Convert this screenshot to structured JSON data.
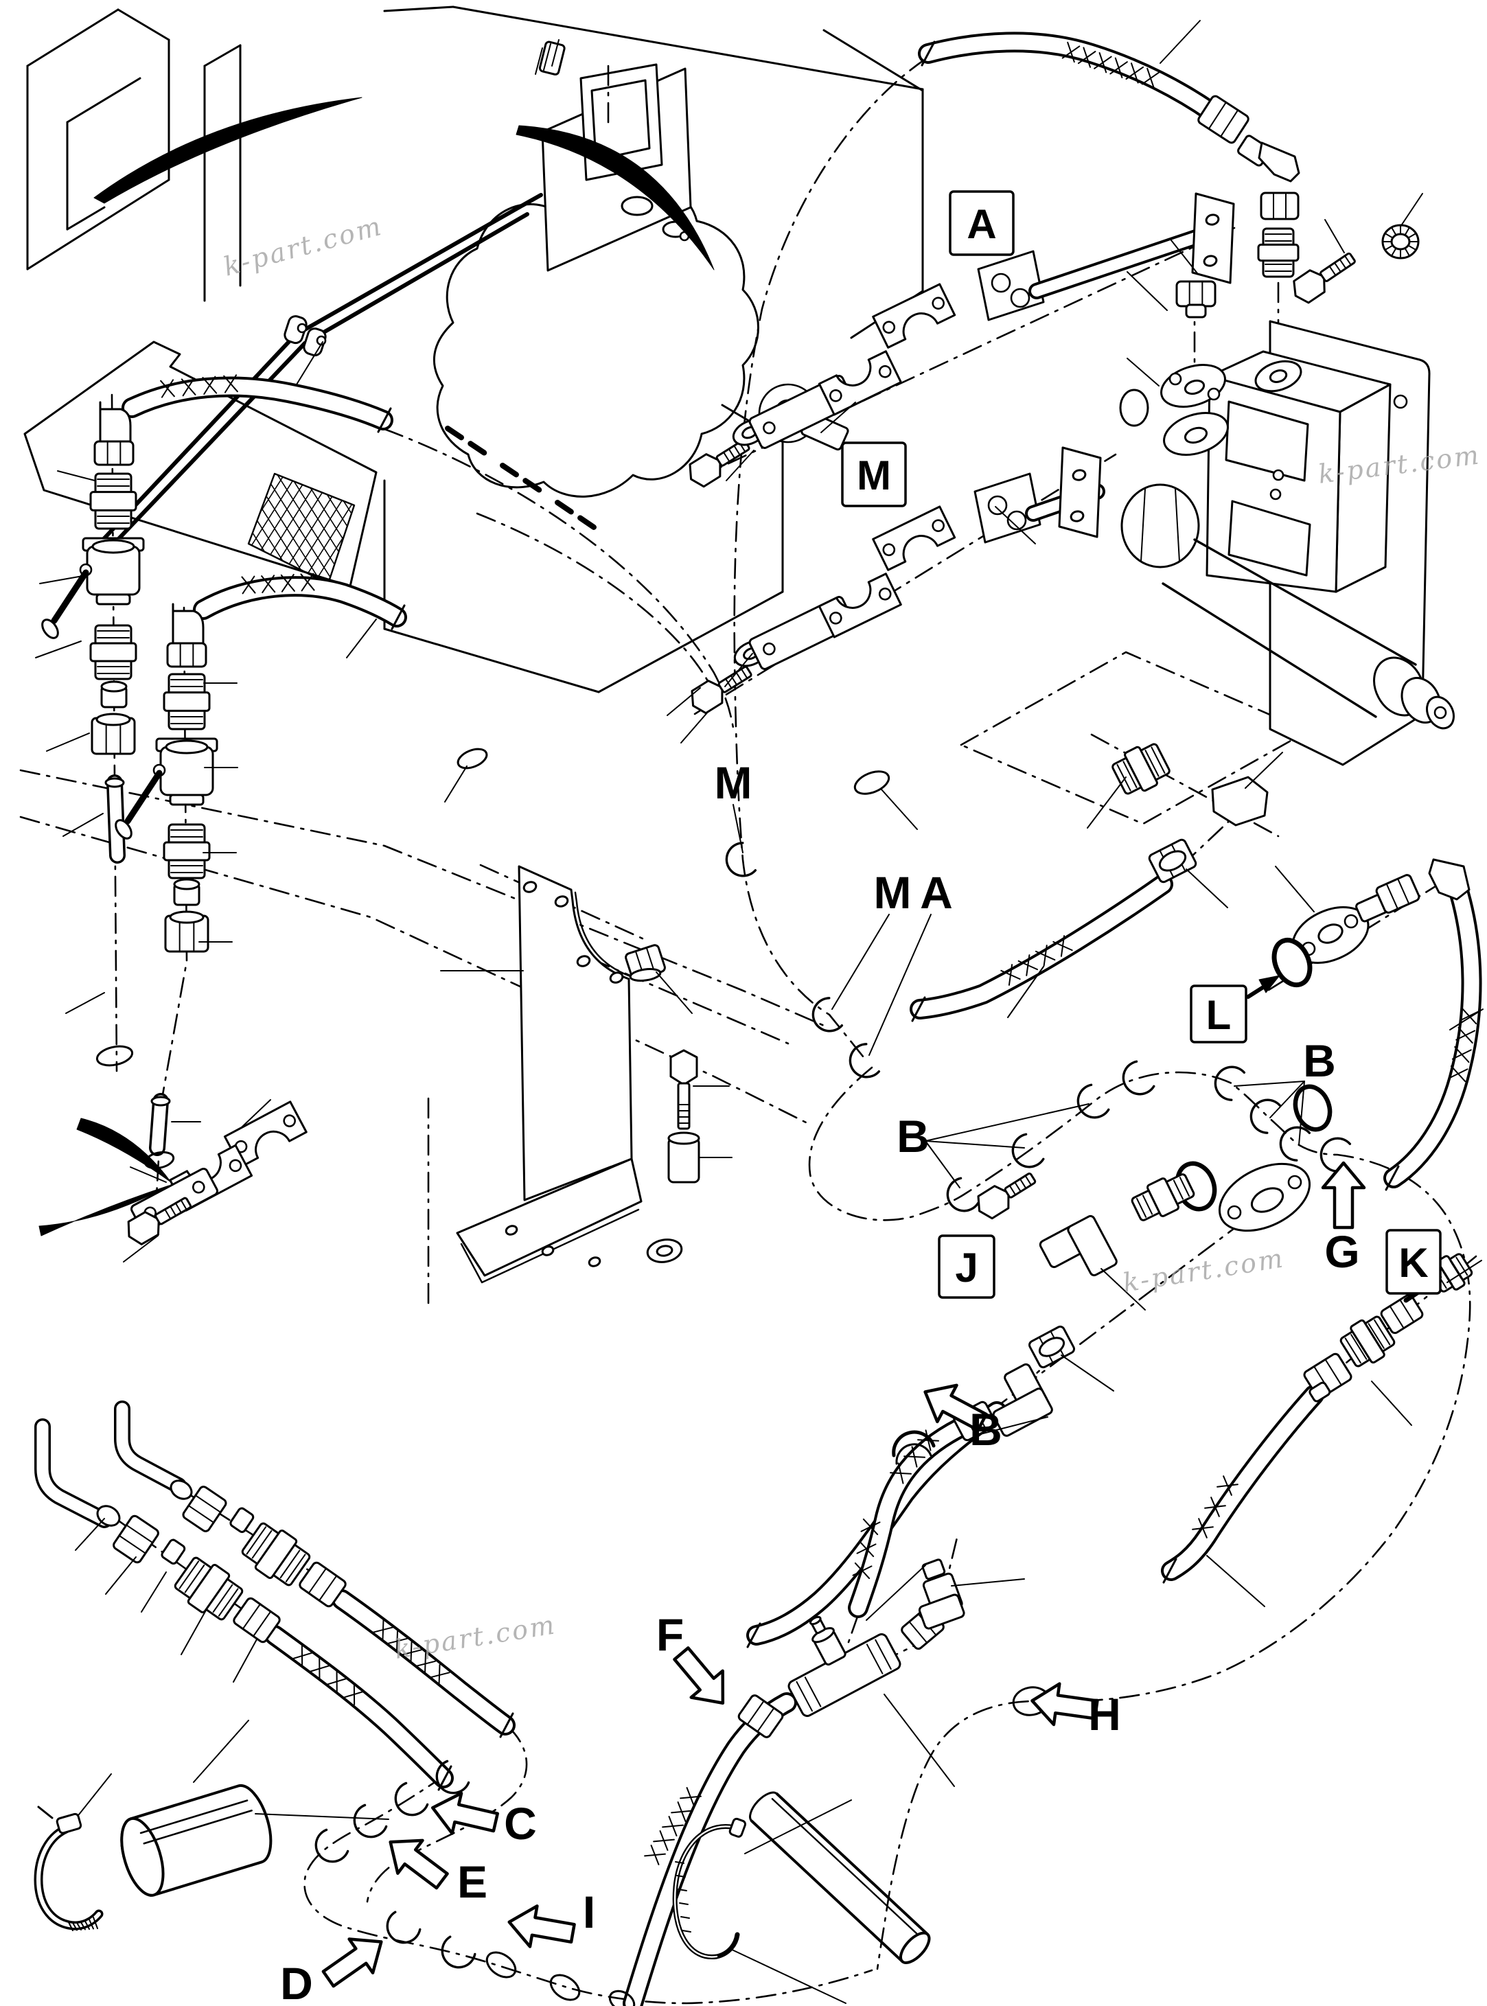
{
  "diagram": {
    "kind": "exploded-parts-line-drawing",
    "subject": "Hydraulic piping and fitting installation diagram (machine engine compartment, hoses, valves, clamps)",
    "background_color": "#ffffff",
    "line_color": "#000000",
    "watermark_color": "#a3a3a3"
  },
  "callouts": {
    "box_a": {
      "label": "A",
      "style": "boxed"
    },
    "box_m": {
      "label": "M",
      "style": "boxed"
    },
    "box_l": {
      "label": "L",
      "style": "boxed",
      "pointer": "solid-arrow-to-o-ring"
    },
    "box_j": {
      "label": "J",
      "style": "boxed"
    },
    "box_k": {
      "label": "K",
      "style": "boxed",
      "pointer": "solid-arrow-ne"
    },
    "m_upper": {
      "label": "M",
      "style": "plain",
      "pointer": "leader-to-hose-grommet"
    },
    "ma_m": {
      "label": "M",
      "style": "plain",
      "pointer": "leader-to-hose-grommet"
    },
    "ma_a": {
      "label": "A",
      "style": "plain",
      "pointer": "leader-to-hose-grommet"
    },
    "b_left": {
      "label": "B",
      "style": "plain",
      "pointer": "leader-fan-to-grommets"
    },
    "b_right": {
      "label": "B",
      "style": "plain",
      "pointer": "leader-fan-to-grommets"
    },
    "b_bottom": {
      "label": "B",
      "style": "plain",
      "pointer": "hollow-arrow-up-left"
    },
    "g": {
      "label": "G",
      "style": "plain",
      "pointer": "hollow-arrow-up"
    },
    "h": {
      "label": "H",
      "style": "plain",
      "pointer": "hollow-arrow-left"
    },
    "f": {
      "label": "F",
      "style": "plain",
      "pointer": "hollow-arrow-down-right"
    },
    "c": {
      "label": "C",
      "style": "plain",
      "pointer": "hollow-arrow-left"
    },
    "e": {
      "label": "E",
      "style": "plain",
      "pointer": "hollow-arrow-up-left"
    },
    "i": {
      "label": "I",
      "style": "plain",
      "pointer": "hollow-arrow-left"
    },
    "d": {
      "label": "D",
      "style": "plain",
      "pointer": "hollow-arrow-up-right"
    }
  },
  "watermark": {
    "text": "k-part.com",
    "count": 4
  }
}
